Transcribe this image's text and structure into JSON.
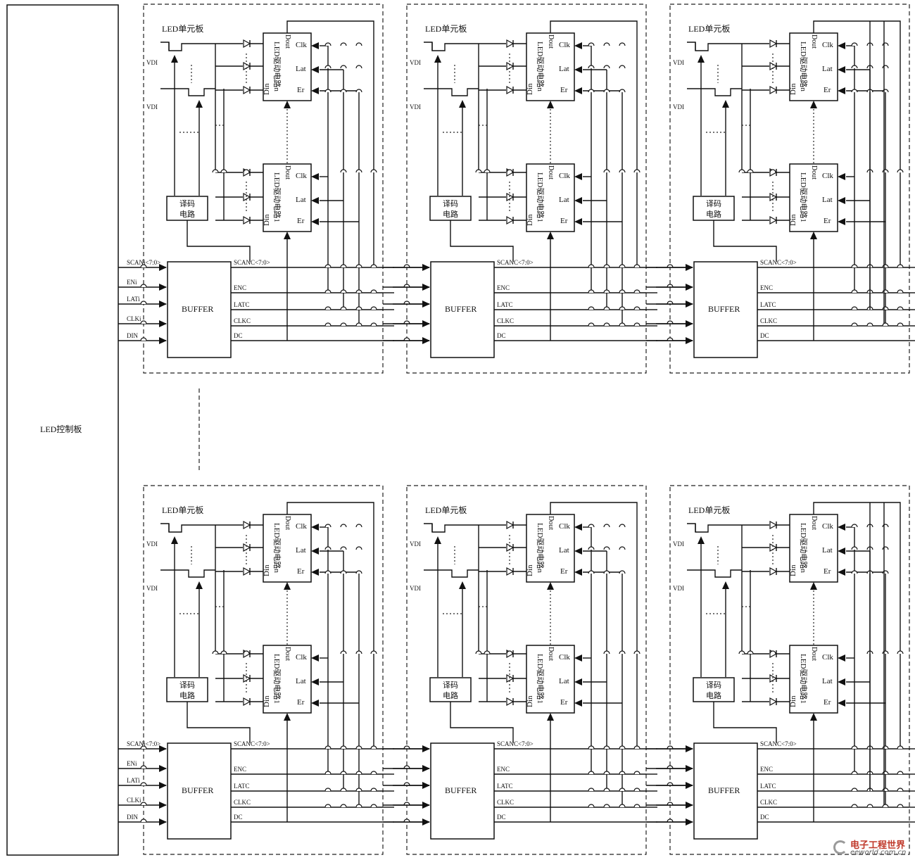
{
  "controller": {
    "label": "LED控制板"
  },
  "unit": {
    "title": "LED单元板",
    "vdd": "VDI",
    "decoder": [
      "译码",
      "电路"
    ],
    "driver_n": {
      "title": "LED驱动电路n",
      "pins": [
        "Clk",
        "Lat",
        "Er",
        "Din",
        "Dout"
      ]
    },
    "driver_1": {
      "title": "LED驱动电路1",
      "pins": [
        "Clk",
        "Lat",
        "Er",
        "Din",
        "Dout"
      ]
    },
    "buffer": "BUFFER",
    "inputs_first": [
      "SCANi<7:0>",
      "ENi",
      "LATi",
      "CLKi",
      "DIN"
    ],
    "outputs": [
      "SCANC<7:0>",
      "ENC",
      "LATC",
      "CLKC",
      "DC"
    ]
  },
  "layout_rows": [
    "top",
    "bottom"
  ],
  "units_per_row": 3,
  "colors": {
    "line": "#111111",
    "background": "#ffffff",
    "watermark_text": "#c0392b"
  },
  "watermark": {
    "text_cn": "电子工程世界",
    "text_en": "eeworld.com.cn"
  }
}
